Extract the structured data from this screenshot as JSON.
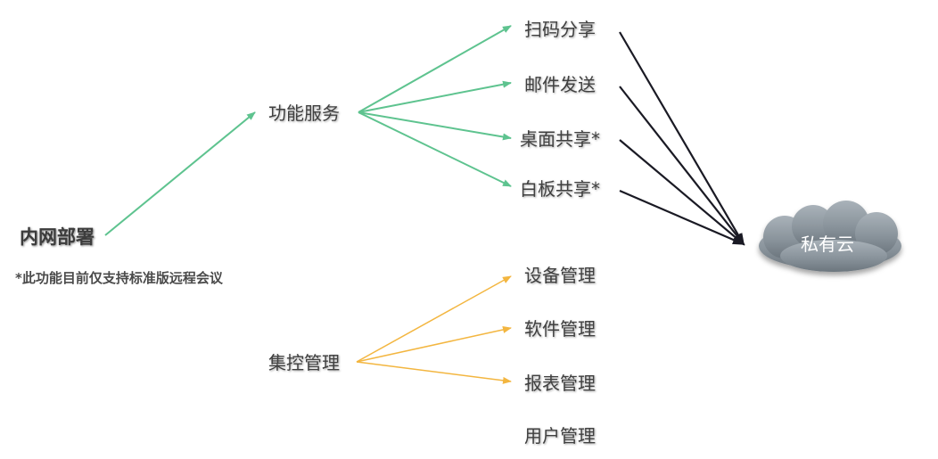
{
  "root": {
    "label": "内网部署",
    "note": "*此功能目前仅支持标准版远程会议"
  },
  "branches": [
    {
      "label": "功能服务",
      "color": "#5ec38f",
      "items": [
        "扫码分享",
        "邮件发送",
        "桌面共享*",
        "白板共享*"
      ]
    },
    {
      "label": "集控管理",
      "color": "#f3b640",
      "items": [
        "设备管理",
        "软件管理",
        "报表管理",
        "用户管理"
      ]
    }
  ],
  "target": {
    "label": "私有云",
    "color": "#8a949c"
  },
  "link_color": "#1a1a24"
}
